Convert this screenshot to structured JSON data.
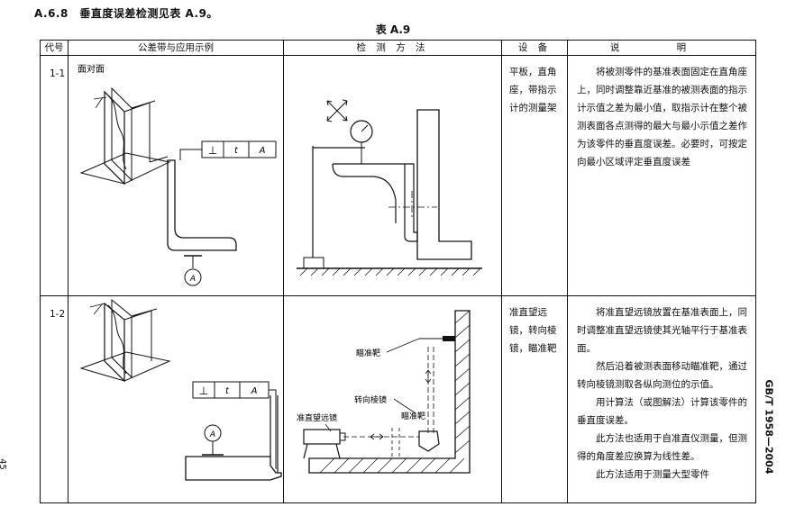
{
  "section_heading": "A.6.8　垂直度误差检测见表 A.9。",
  "table_title": "表 A.9",
  "standard_id": "GB/T 1958—2004",
  "page_number": "45",
  "columns": {
    "code": "代号",
    "tolerance": "公差带与应用示例",
    "method": "检 测 方 法",
    "equipment": "设 备",
    "description": "说 明"
  },
  "rows": [
    {
      "code": "1-1",
      "diagram_caption": "面对面",
      "frame": {
        "symbol": "⊥",
        "tolerance": "t",
        "datum": "A"
      },
      "datum_label": "A",
      "equipment": "平板，直角座，带指示计的测量架",
      "description": [
        "将被测零件的基准表面固定在直角座上，同时调整靠近基准的被测表面的指示计示值之差为最小值，取指示计在整个被测表面各点测得的最大与最小示值之差作为该零件的垂直度误差。必要时，可按定向最小区域评定垂直度误差"
      ]
    },
    {
      "code": "1-2",
      "frame": {
        "symbol": "⊥",
        "tolerance": "t",
        "datum": "A"
      },
      "datum_label": "A",
      "method_labels": {
        "target_top": "瞄准靶",
        "pentaprism": "转向棱镜",
        "telescope": "准直望远镜",
        "target_bottom": "瞄准靶"
      },
      "equipment": "准直望远镜，转向棱镜，瞄准靶",
      "description": [
        "将准直望远镜放置在基准表面上，同时调整准直望远镜使其光轴平行于基准表面。",
        "然后沿着被测表面移动瞄准靶，通过转向棱镜测取各纵向测位的示值。",
        "用计算法（或图解法）计算该零件的垂直度误差。",
        "此方法也适用于自准直仪测量，但测得的角度差应换算为线性差。",
        "此方法适用于测量大型零件"
      ]
    }
  ]
}
